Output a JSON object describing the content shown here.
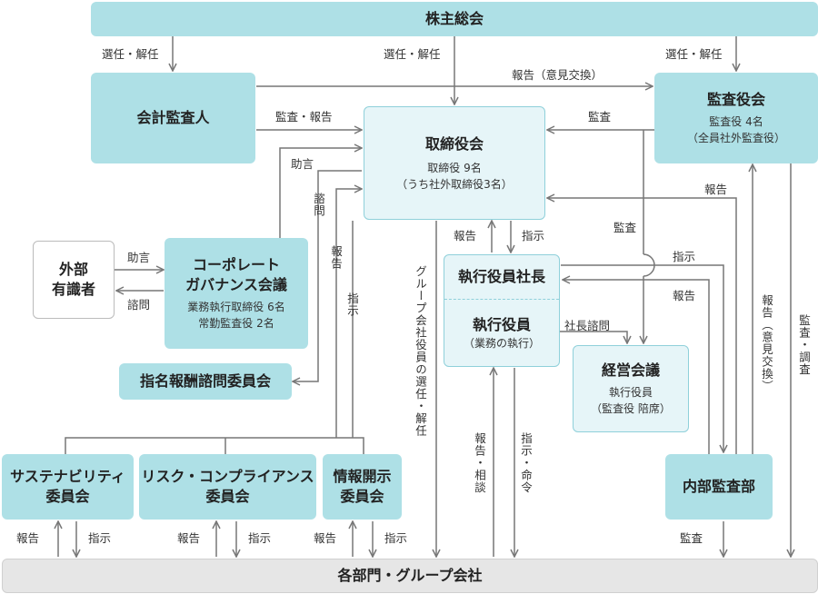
{
  "boxes": {
    "shareholders": "株主総会",
    "accounting_auditor": "会計監査人",
    "audit_board": {
      "title": "監査役会",
      "line1": "監査役 4名",
      "line2": "（全員社外監査役）"
    },
    "board": {
      "title": "取締役会",
      "line1": "取締役 9名",
      "line2": "（うち社外取締役3名）"
    },
    "external": {
      "line1": "外部",
      "line2": "有識者"
    },
    "cg_council": {
      "line1": "コーポレート",
      "line2": "ガバナンス会議",
      "sub1": "業務執行取締役 6名",
      "sub2": "常勤監査役 2名"
    },
    "president": "執行役員社長",
    "officers": {
      "title": "執行役員",
      "sub": "（業務の執行）"
    },
    "mgmt_meeting": {
      "title": "経営会議",
      "line1": "執行役員",
      "line2": "（監査役 陪席）"
    },
    "nomination": "指名報酬諮問委員会",
    "sustainability": {
      "line1": "サステナビリティ",
      "line2": "委員会"
    },
    "risk": {
      "line1": "リスク・コンプライアンス",
      "line2": "委員会"
    },
    "disclosure": {
      "line1": "情報開示",
      "line2": "委員会"
    },
    "internal_audit": "内部監査部",
    "departments": "各部門・グループ会社"
  },
  "labels": {
    "elect1": "選任・解任",
    "elect2": "選任・解任",
    "elect3": "選任・解任",
    "report_exchange": "報告（意見交換）",
    "audit_report": "監査・報告",
    "audit_board_to_board": "監査",
    "advice_cg": "助言",
    "consult_nom": "諮問",
    "report_v": "報告",
    "instruct_v": "指示",
    "advice_ext": "助言",
    "consult_ext": "諮問",
    "group_elect": "グループ会社役員の選任・解任",
    "report_pres": "報告",
    "instruct_pres": "指示",
    "report_ia_board": "報告",
    "audit_mid": "監査",
    "instruct_ia": "指示",
    "report_ia": "報告",
    "pres_consult": "社長諮問",
    "report_exchange_v": "報告（意見交換）",
    "audit_survey": "監査・調査",
    "report_consult": "報告・相談",
    "instruct_order": "指示・命令",
    "sus_report": "報告",
    "sus_instruct": "指示",
    "risk_report": "報告",
    "risk_instruct": "指示",
    "dis_report": "報告",
    "dis_instruct": "指示",
    "ia_audit": "監査"
  },
  "colors": {
    "teal": "#aee0e6",
    "light": "#e6f5f8",
    "border": "#8fd0da",
    "line": "#777777",
    "gray": "#e6e6e6"
  }
}
